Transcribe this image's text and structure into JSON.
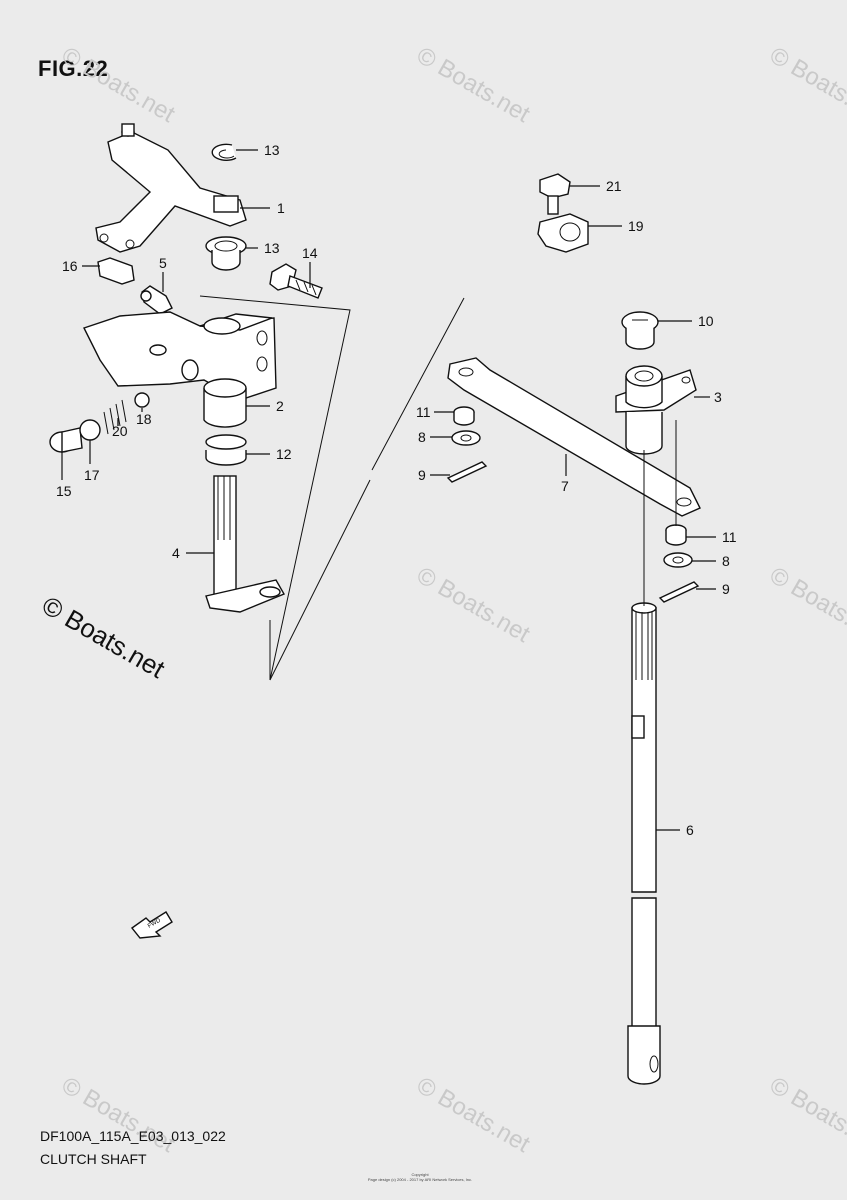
{
  "figure_title": "FIG.22",
  "diagram_code": "DF100A_115A_E03_013_022",
  "caption": "CLUTCH SHAFT",
  "watermark": "© Boats.net",
  "copyright_label": "Copyright",
  "copyright_notice": "Page design (c) 2004 - 2017 by ARI Network Services, Inc.",
  "fwd_arrow_label": "FWD",
  "callouts": {
    "c1": "1",
    "c2": "2",
    "c3": "3",
    "c4": "4",
    "c5": "5",
    "c6": "6",
    "c7": "7",
    "c8a": "8",
    "c8b": "8",
    "c9a": "9",
    "c9b": "9",
    "c10": "10",
    "c11a": "11",
    "c11b": "11",
    "c12": "12",
    "c13a": "13",
    "c13b": "13",
    "c14": "14",
    "c15": "15",
    "c16": "16",
    "c17": "17",
    "c18": "18",
    "c19": "19",
    "c20": "20",
    "c21": "21"
  }
}
